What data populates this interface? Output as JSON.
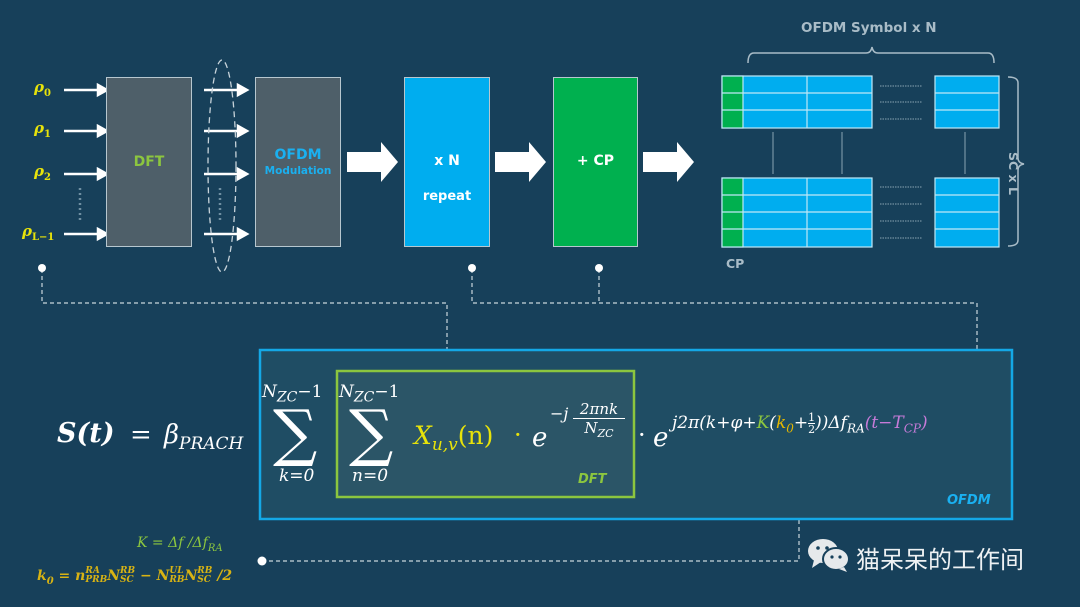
{
  "inputs": [
    {
      "symbol": "ρ",
      "sub": "0"
    },
    {
      "symbol": "ρ",
      "sub": "1"
    },
    {
      "symbol": "ρ",
      "sub": "2"
    },
    {
      "symbol": "ρ",
      "sub": "L−1"
    }
  ],
  "blocks": {
    "dft": {
      "label": "DFT"
    },
    "ofdm": {
      "label": "OFDM",
      "sublabel": "Modulation"
    },
    "repeat": {
      "label": "x N",
      "sublabel": "repeat"
    },
    "cp": {
      "label": "+ CP"
    }
  },
  "grid": {
    "top_label": "OFDM Symbol x N",
    "side_label": "SC x L",
    "cp_label": "CP"
  },
  "formula": {
    "lhs": "S(t)",
    "equals": "=",
    "beta": "β",
    "beta_sub": "PRACH",
    "sum_upper": "N",
    "sum_upper_sub": "ZC",
    "sum_upper_tail": "−1",
    "outer_sum_lower": "k=0",
    "inner_sum_lower": "n=0",
    "x_term": "X",
    "x_sub": "u,v",
    "x_arg": "(n)",
    "dot": "·",
    "e": "e",
    "dft_exp_prefix": "−j",
    "dft_exp_num": "2πnk",
    "dft_exp_den": "N",
    "dft_exp_den_sub": "ZC",
    "ofdm_exp_a": "j2π(k+φ+",
    "ofdm_exp_K": "K",
    "ofdm_exp_paren": "(",
    "ofdm_exp_k0": "k",
    "ofdm_exp_k0_sub": "0",
    "ofdm_exp_plus": "+",
    "ofdm_exp_half_num": "1",
    "ofdm_exp_half_den": "2",
    "ofdm_exp_b": "))Δf",
    "ofdm_exp_b_sub": "RA",
    "ofdm_exp_time": "(t−T",
    "ofdm_exp_time_sub": "CP",
    "ofdm_exp_time_close": ")",
    "dft_tag": "DFT",
    "ofdm_tag": "OFDM"
  },
  "notes": {
    "K_def": "K = Δf /Δf",
    "K_def_sub": "RA",
    "k0_lhs": "k",
    "k0_lhs_sub": "0",
    "k0_eq": " = n",
    "k0_n_sup": "RA",
    "k0_n_sub": "PRB",
    "k0_N1": "N",
    "k0_N1_sup": "RB",
    "k0_N1_sub": "SC",
    "k0_minus": " − N",
    "k0_N2_sup": "UL",
    "k0_N2_sub": "RB",
    "k0_N3": "N",
    "k0_N3_sup": "RB",
    "k0_N3_sub": "SC",
    "k0_tail": " /2"
  },
  "watermark": {
    "icon": "wechat-icon",
    "text": "猫呆呆的工作间"
  },
  "colors": {
    "background": "#17405a",
    "dft_block": "#4e5f69",
    "repeat_block": "#00adef",
    "cp_block": "#00b04f",
    "input_yellow": "#e8e30a",
    "dft_green": "#8cc63f",
    "ofdm_blue": "#1ab0f0",
    "pink": "#c67bd8",
    "k0_orange": "#e6b800"
  }
}
